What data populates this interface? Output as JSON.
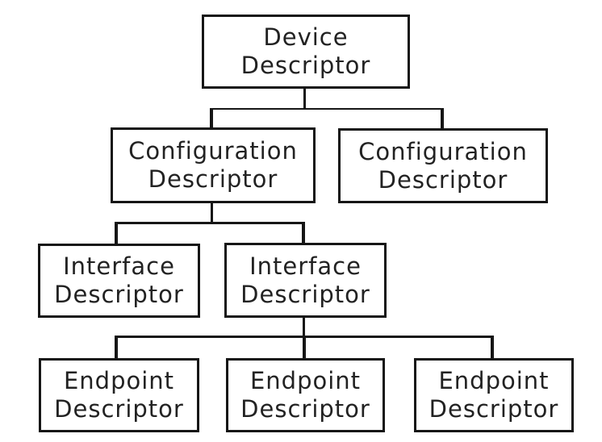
{
  "diagram": {
    "type": "tree",
    "description": "Descriptor hierarchy diagram",
    "nodes": {
      "device": {
        "label": "Device Descriptor",
        "line1": "Device",
        "line2": "Descriptor"
      },
      "configuration_1": {
        "label": "Configuration Descriptor",
        "line1": "Configuration",
        "line2": "Descriptor"
      },
      "configuration_2": {
        "label": "Configuration Descriptor",
        "line1": "Configuration",
        "line2": "Descriptor"
      },
      "interface_1": {
        "label": "Interface Descriptor",
        "line1": "Interface",
        "line2": "Descriptor"
      },
      "interface_2": {
        "label": "Interface Descriptor",
        "line1": "Interface",
        "line2": "Descriptor"
      },
      "endpoint_1": {
        "label": "Endpoint Descriptor",
        "line1": "Endpoint",
        "line2": "Descriptor"
      },
      "endpoint_2": {
        "label": "Endpoint Descriptor",
        "line1": "Endpoint",
        "line2": "Descriptor"
      },
      "endpoint_3": {
        "label": "Endpoint Descriptor",
        "line1": "Endpoint",
        "line2": "Descriptor"
      }
    },
    "edges": [
      {
        "from": "device",
        "to": [
          "configuration_1",
          "configuration_2"
        ]
      },
      {
        "from": "configuration_1",
        "to": [
          "interface_1",
          "interface_2"
        ]
      },
      {
        "from": "interface_2",
        "to": [
          "endpoint_1",
          "endpoint_2",
          "endpoint_3"
        ]
      }
    ],
    "colors": {
      "background": "#ffffff",
      "box_border": "#161616",
      "text": "#222222",
      "connector": "#161616"
    }
  }
}
